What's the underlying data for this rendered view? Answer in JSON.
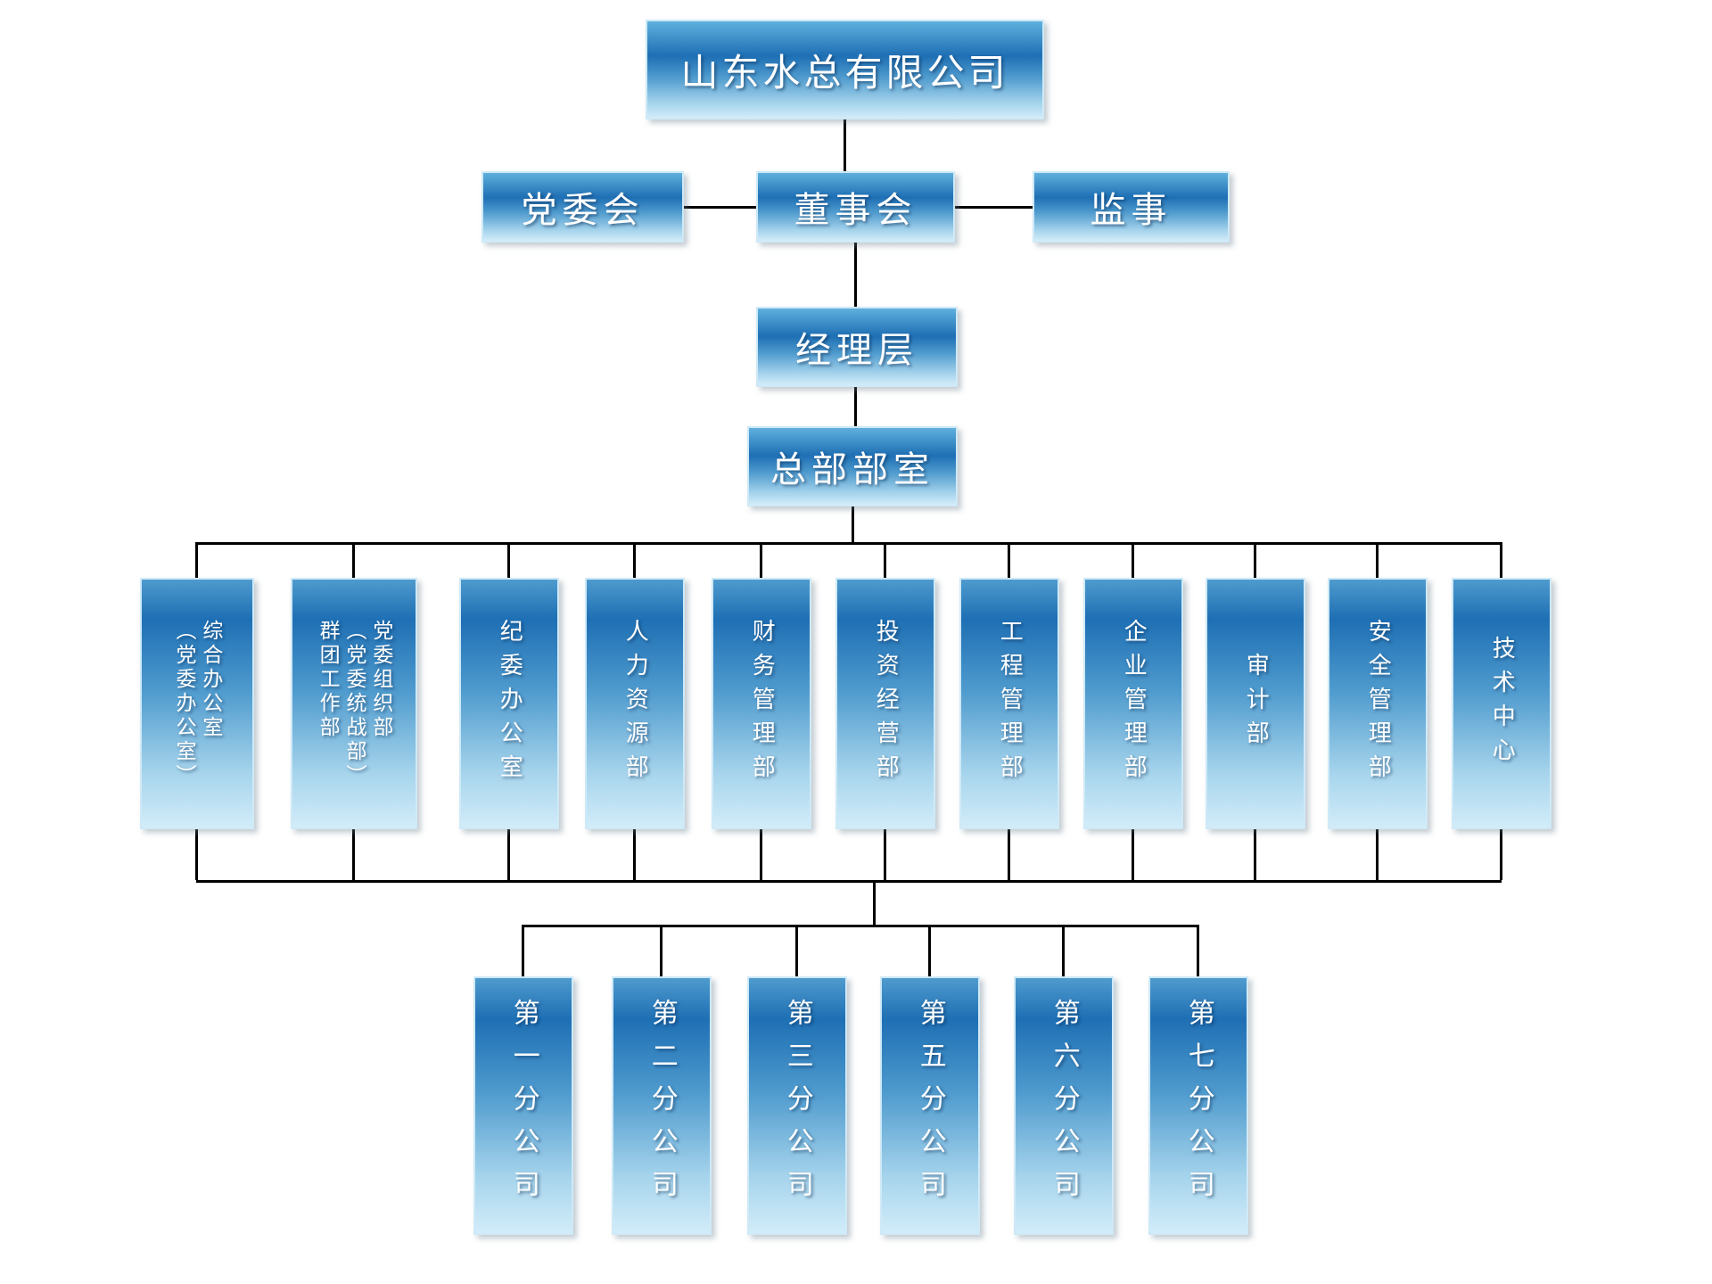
{
  "title": {
    "label": "山东水总有限公司"
  },
  "governance": {
    "party_committee": "党委会",
    "board": "董事会",
    "supervisor": "监事"
  },
  "management": {
    "label": "经理层"
  },
  "headquarters": {
    "label": "总部部室"
  },
  "departments": [
    "综合办公室\n（党委办公室）",
    "党委组织部\n（党委统战部）\n群团工作部",
    "纪委办公室",
    "人力资源部",
    "财务管理部",
    "投资经营部",
    "工程管理部",
    "企业管理部",
    "审计部",
    "安全管理部",
    "技术中心"
  ],
  "branches": [
    "第一分公司",
    "第二分公司",
    "第三分公司",
    "第五分公司",
    "第六分公司",
    "第七分公司"
  ],
  "colors": {
    "accent_top": "#5fb0dd",
    "accent_dark": "#1e6fb4",
    "accent_mid": "#4f9bce",
    "accent_light": "#a6d4ec",
    "accent_pale": "#d2ecf9",
    "box_border": "#cfe9f7",
    "line": "#000000",
    "text": "#ffffff",
    "background": "#ffffff"
  }
}
